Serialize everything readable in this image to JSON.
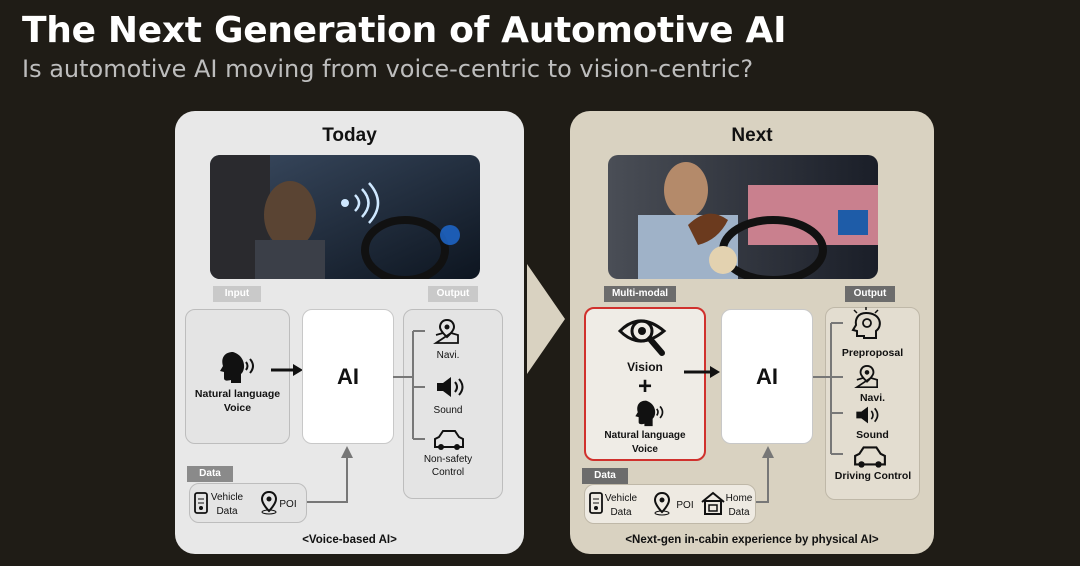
{
  "header": {
    "title": "The Next Generation of Automotive AI",
    "subtitle": "Is automotive AI moving from voice-centric to vision-centric?"
  },
  "today": {
    "title": "Today",
    "input_tag": "Input",
    "output_tag": "Output",
    "data_tag": "Data",
    "input_label_line1": "Natural language",
    "input_label_line2": "Voice",
    "ai_label": "AI",
    "outputs": [
      "Navi.",
      "Sound",
      "Non-safety",
      "Control"
    ],
    "data_items": [
      "Vehicle",
      "Data",
      "POI"
    ],
    "caption": "<Voice-based AI>"
  },
  "next": {
    "title": "Next",
    "input_tag": "Multi-modal",
    "output_tag": "Output",
    "data_tag": "Data",
    "vision_label": "Vision",
    "plus": "+",
    "input_label_line1": "Natural language",
    "input_label_line2": "Voice",
    "ai_label": "AI",
    "outputs": [
      "Preproposal",
      "Navi.",
      "Sound",
      "Driving Control"
    ],
    "data_items": [
      "Vehicle",
      "Data",
      "POI",
      "Home",
      "Data"
    ],
    "caption": "<Next-gen in-cabin experience by physical AI>"
  },
  "colors": {
    "background": "#1f1c16",
    "today_panel": "#e8e8e8",
    "next_panel": "#d9d2c1",
    "highlight": "#d0312d"
  }
}
